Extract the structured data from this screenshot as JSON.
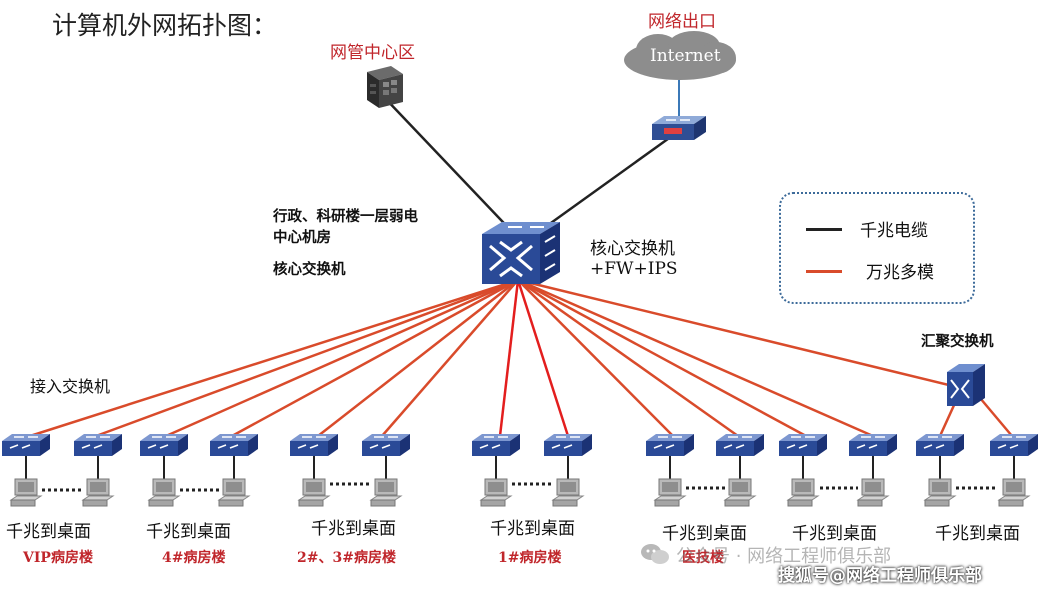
{
  "title": "计算机外网拓扑图：",
  "nodes": {
    "nms": {
      "label": "网管中心区"
    },
    "internet": {
      "label": "网络出口",
      "cloud_text": "Internet"
    },
    "core": {
      "left_label_1": "行政、科研楼一层弱电",
      "left_label_2": "中心机房",
      "left_label_3": "核心交换机",
      "right_label_1": "核心交换机",
      "right_label_2": "+FW+IPS"
    },
    "aggregation": {
      "label": "汇聚交换机"
    },
    "access": {
      "label": "接入交换机"
    }
  },
  "legend": {
    "gigabit_copper": "千兆电缆",
    "tengig_mm": "万兆多模",
    "colors": {
      "copper": "#222222",
      "fiber": "#d94b2b"
    }
  },
  "groups": [
    {
      "desktop": "千兆到桌面",
      "building": "VIP病房楼"
    },
    {
      "desktop": "千兆到桌面",
      "building": "4#病房楼"
    },
    {
      "desktop": "千兆到桌面",
      "building": "2#、3#病房楼"
    },
    {
      "desktop": "千兆到桌面",
      "building": "1#病房楼"
    },
    {
      "desktop": "千兆到桌面",
      "building": "医技楼"
    },
    {
      "desktop": "千兆到桌面",
      "building": ""
    },
    {
      "desktop": "千兆到桌面",
      "building": ""
    }
  ],
  "watermark": {
    "wechat": "公众号 · 网络工程师俱乐部",
    "sohu": "搜狐号@网络工程师俱乐部"
  }
}
